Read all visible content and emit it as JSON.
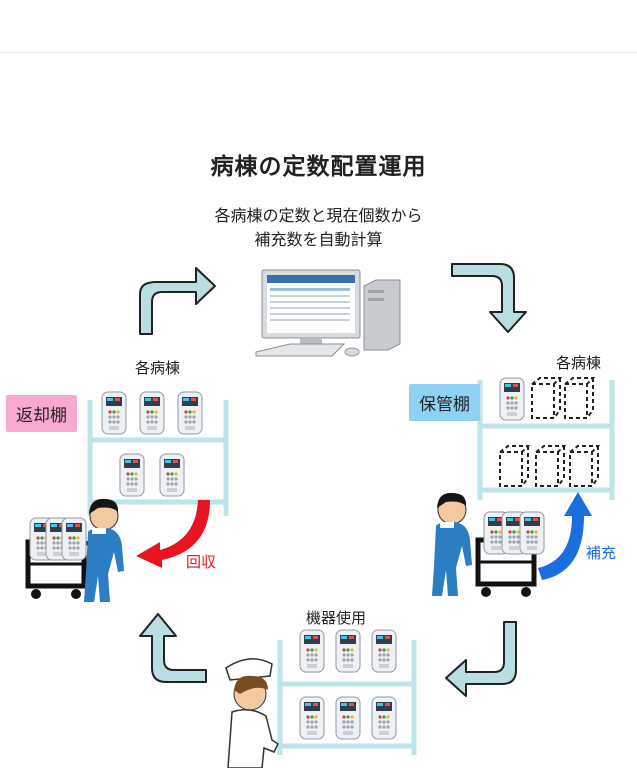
{
  "title": "病棟の定数配置運用",
  "subtitle": [
    "各病棟の定数と現在個数から",
    "補充数を自動計算"
  ],
  "left_area": {
    "caption": "各病棟",
    "tag": "返却棚",
    "tag_color": "#f8a9d2",
    "action": "回収",
    "action_color": "#e8141f"
  },
  "right_area": {
    "caption": "各病棟",
    "tag": "保管棚",
    "tag_color": "#8fd1f3",
    "action": "補充",
    "action_color": "#1a6ee0"
  },
  "bottom_area": {
    "caption": "機器使用"
  },
  "colors": {
    "cycle_arrow": "#b8dde2",
    "shelf": "#bde4ea"
  }
}
